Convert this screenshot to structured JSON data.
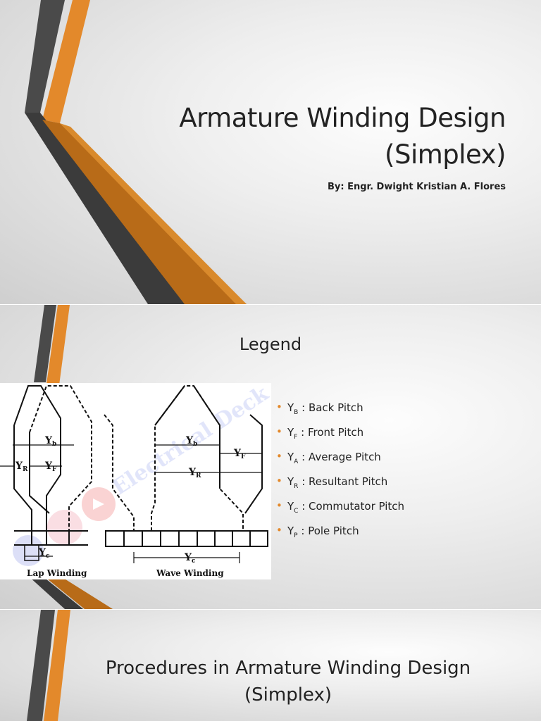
{
  "slides": [
    {
      "title_line1": "Armature Winding Design",
      "title_line2": "(Simplex)",
      "subtitle": "By: Engr. Dwight Kristian A. Flores"
    },
    {
      "title": "Legend",
      "figure": {
        "watermark": "Electrical Deck",
        "lap": {
          "caption": "Lap Winding",
          "yb": "Y",
          "yb_sub": "b",
          "yf": "Y",
          "yf_sub": "F",
          "yr": "Y",
          "yr_sub": "R",
          "yc": "Y",
          "yc_sub": "c"
        },
        "wave": {
          "caption": "Wave Winding",
          "yb": "Y",
          "yb_sub": "b",
          "yf": "Y",
          "yf_sub": "F",
          "yr": "Y",
          "yr_sub": "R",
          "yc": "Y",
          "yc_sub": "c"
        }
      },
      "items": [
        {
          "sym": "Y",
          "sub": "B",
          "text": " : Back Pitch"
        },
        {
          "sym": "Y",
          "sub": "F",
          "text": " : Front Pitch"
        },
        {
          "sym": "Y",
          "sub": "A",
          "text": " : Average Pitch"
        },
        {
          "sym": "Y",
          "sub": "R",
          "text": " : Resultant Pitch"
        },
        {
          "sym": "Y",
          "sub": "C",
          "text": " : Commutator Pitch"
        },
        {
          "sym": "Y",
          "sub": "P",
          "text": " : Pole Pitch"
        }
      ]
    },
    {
      "title_line1": "Procedures in Armature Winding Design",
      "title_line2": "(Simplex)"
    }
  ],
  "colors": {
    "accent_orange": "#e3892b",
    "dark_orange": "#b86b18",
    "dark_gray": "#444444",
    "bullet": "#e3892b"
  }
}
